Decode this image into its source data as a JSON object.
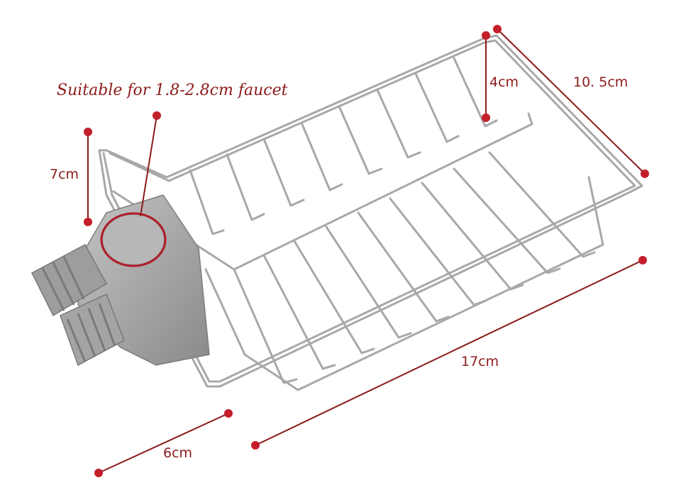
{
  "annotations": {
    "faucet_note": "Suitable for 1.8-2.8cm faucet",
    "height_clip": "7cm",
    "height_basket": "4cm",
    "width_basket": "10. 5cm",
    "length_basket": "17cm",
    "length_clip": "6cm"
  },
  "colors": {
    "dimension_line": "#8b1a1a",
    "dot": "#c41e2a",
    "wire": "#a9a9a9",
    "clip": "#9a9a9a"
  }
}
